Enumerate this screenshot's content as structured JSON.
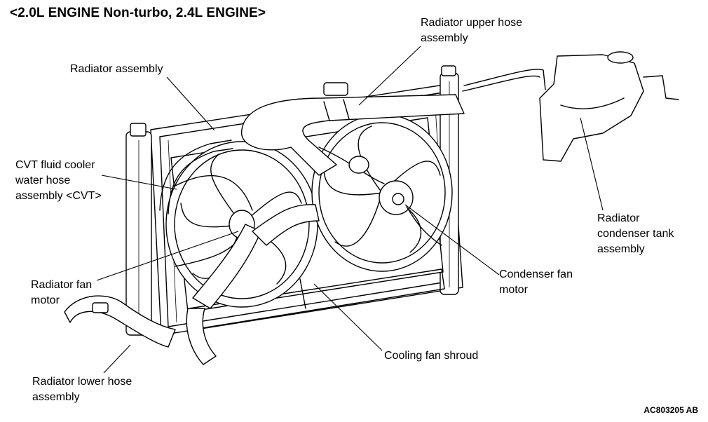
{
  "title": "<2.0L ENGINE Non-turbo, 2.4L ENGINE>",
  "labels": {
    "radiator_upper_hose": "Radiator upper hose\nassembly",
    "radiator_assembly": "Radiator assembly",
    "cvt_fluid_cooler_hose": "CVT fluid cooler\nwater hose\nassembly <CVT>",
    "radiator_condenser_tank": "Radiator\ncondenser tank\nassembly",
    "radiator_fan_motor": "Radiator fan\nmotor",
    "condenser_fan_motor": "Condenser fan\nmotor",
    "cooling_fan_shroud": "Cooling fan shroud",
    "radiator_lower_hose": "Radiator lower hose\nassembly"
  },
  "figure_code": "AC803205 AB"
}
